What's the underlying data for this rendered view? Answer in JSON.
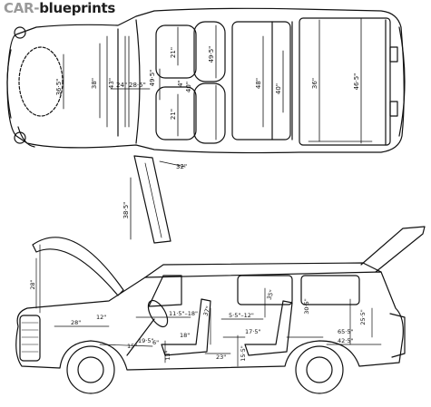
{
  "brand": {
    "car": "CAR",
    "separator": "-",
    "rest": "blueprints"
  },
  "colors": {
    "ink": "#111111",
    "logo_gray": "#9a9a9a",
    "logo_dark": "#1f1f1f",
    "background": "#ffffff"
  },
  "top_view_dims": {
    "d_36_5": "36·5\"",
    "d_38": "38\"",
    "d_43": "43\"",
    "d_24": "24\"",
    "d_28_5": "28·5\"",
    "d_49_5a": "49·5\"",
    "d_4": "4\"",
    "d_21a": "21\"",
    "d_49_5b": "49·5\"",
    "d_40": "40\"",
    "d_21b": "21\"",
    "d_48": "48\"",
    "d_40b": "40\"",
    "d_36": "36\"",
    "d_46_5": "46·5\"",
    "d_32": "32\"",
    "d_38_5": "38·5\""
  },
  "side_view_dims": {
    "d_28": "28\"",
    "d_28b": "28\"",
    "d_11_5_18": "11·5\"–18\"",
    "d_37": "37\"",
    "d_5_5_12": "5·5\"–12\"",
    "d_35": "35\"",
    "d_30_5": "30·5\"",
    "d_25_5": "25·5\"",
    "d_65_5": "65·5\"",
    "d_42_5": "42·5\"",
    "d_12": "12\"",
    "d_17_5": "17·5\"",
    "d_18": "18\"",
    "d_15": "15\"",
    "d_19_5": "19·5\"",
    "d_13": "13\"",
    "d_15_5": "15·5\"",
    "d_23": "23\"",
    "d_6": "6\""
  }
}
